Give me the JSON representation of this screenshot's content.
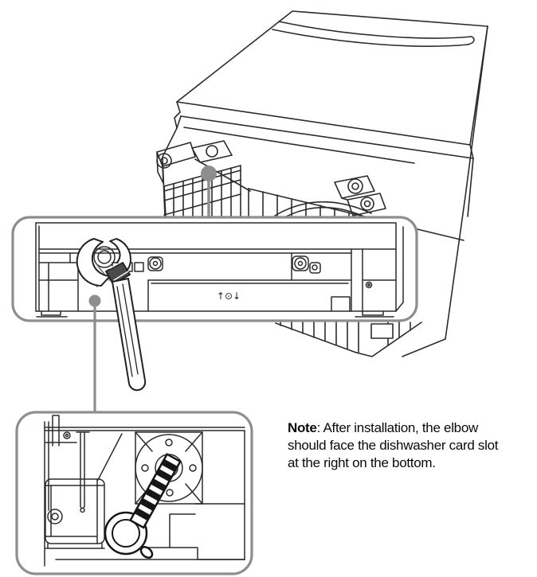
{
  "note": {
    "label": "Note",
    "line1": ": After installation, the elbow",
    "line2": "should face the dishwasher card slot",
    "line3": "at the right on the bottom."
  },
  "icons": {
    "leveling_icon": "↑⊙↓"
  },
  "colors": {
    "background": "#ffffff",
    "line_art": "#2b2b2b",
    "callout_gray": "#8e8e8e",
    "elbow_dark": "#161616",
    "note_text": "#0a0a0a"
  }
}
